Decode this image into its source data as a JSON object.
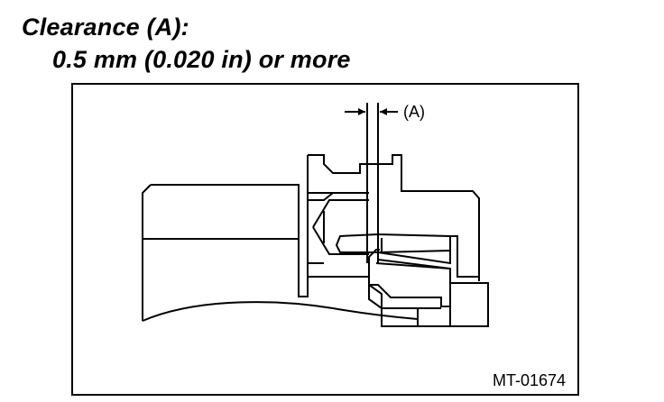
{
  "heading": {
    "line1": "Clearance (A):",
    "line2": "0.5 mm (0.020 in) or more"
  },
  "diagram": {
    "callout_label": "(A)",
    "figure_id": "MT-01674"
  },
  "colors": {
    "ink": "#000000",
    "background": "#ffffff"
  }
}
